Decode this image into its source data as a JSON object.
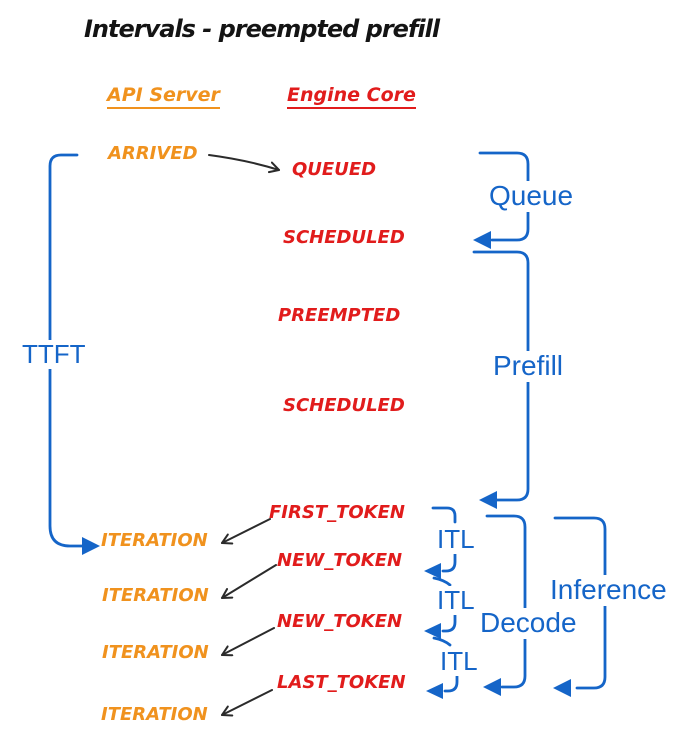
{
  "title": "Intervals - preempted prefill",
  "columns": {
    "api_server": "API Server",
    "engine_core": "Engine Core"
  },
  "api_events": {
    "arrived": "ARRIVED",
    "iteration_1": "ITERATION",
    "iteration_2": "ITERATION",
    "iteration_3": "ITERATION",
    "iteration_4": "ITERATION"
  },
  "engine_events": {
    "queued": "QUEUED",
    "scheduled_1": "SCHEDULED",
    "preempted": "PREEMPTED",
    "scheduled_2": "SCHEDULED",
    "first_token": "FIRST_TOKEN",
    "new_token_1": "NEW_TOKEN",
    "new_token_2": "NEW_TOKEN",
    "last_token": "LAST_TOKEN"
  },
  "intervals": {
    "ttft": "TTFT",
    "queue": "Queue",
    "prefill": "Prefill",
    "itl_1": "ITL",
    "itl_2": "ITL",
    "itl_3": "ITL",
    "decode": "Decode",
    "inference": "Inference"
  },
  "colors": {
    "api_server_text": "#F0921E",
    "engine_core_text": "#E11C1C",
    "interval_text_and_brackets": "#1565C8",
    "event_arrows": "#2B2B2B",
    "title_text": "#141414",
    "background": "#FFFFFF"
  }
}
